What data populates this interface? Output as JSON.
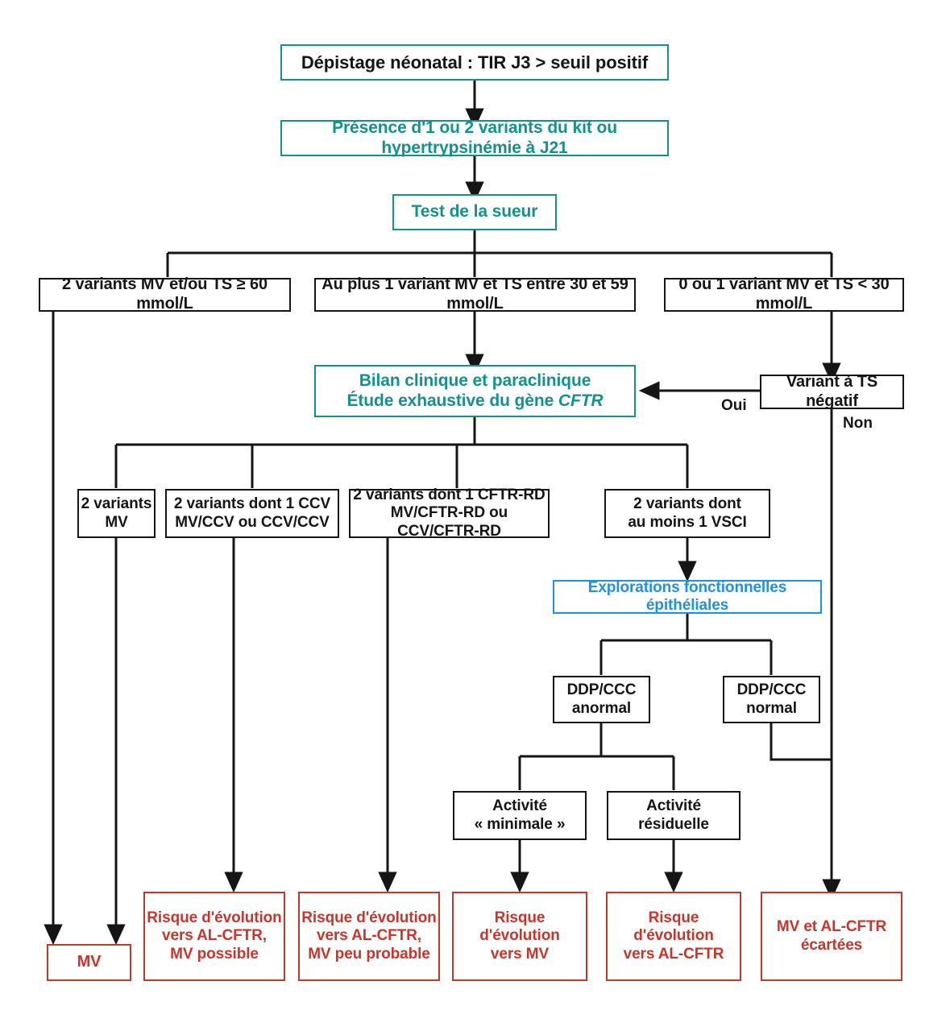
{
  "diagram": {
    "title": "Algorithme de dépistage néonatal de la mucoviscidose",
    "colors": {
      "teal": "#13918c",
      "blue": "#1e90e8",
      "red": "#c7352b",
      "black": "#151515",
      "background": "#ffffff"
    },
    "nodes": {
      "screening": "Dépistage néonatal : TIR J3 > seuil positif",
      "variants_kit": "Présence d'1 ou 2 variants du kit ou hypertrypsinémie à J21",
      "sweat_test": "Test de la sueur",
      "branch_left": "2 variants MV et/ou TS ≥ 60 mmol/L",
      "branch_mid": "Au plus 1 variant MV et TS entre 30 et 59 mmol/L",
      "branch_right": "0 ou 1 variant MV et TS < 30 mmol/L",
      "variant_ts_neg": "Variant à TS négatif",
      "bilan_line1": "Bilan clinique et paraclinique",
      "bilan_line2_a": "Étude exhaustive du gène ",
      "bilan_line2_b": "CFTR",
      "two_mv_l1": "2 variants",
      "two_mv_l2": "MV",
      "ccv_l1": "2 variants dont 1 CCV",
      "ccv_l2": "MV/CCV ou CCV/CCV",
      "cftrrd_l1": "2 variants dont 1 CFTR-RD",
      "cftrrd_l2": "MV/CFTR-RD ou CCV/CFTR-RD",
      "vsci_l1": "2 variants dont",
      "vsci_l2": "au moins 1 VSCI",
      "explorations": "Explorations fonctionnelles épithéliales",
      "ddp_anormal_l1": "DDP/CCC",
      "ddp_anormal_l2": "anormal",
      "ddp_normal_l1": "DDP/CCC",
      "ddp_normal_l2": "normal",
      "act_min_l1": "Activité",
      "act_min_l2": "« minimale »",
      "act_res_l1": "Activité",
      "act_res_l2": "résiduelle",
      "out_mv": "MV",
      "out_alcftr_possible_l1": "Risque d'évolution",
      "out_alcftr_possible_l2": "vers AL-CFTR,",
      "out_alcftr_possible_l3": "MV possible",
      "out_alcftr_peuprob_l1": "Risque d'évolution",
      "out_alcftr_peuprob_l2": "vers AL-CFTR,",
      "out_alcftr_peuprob_l3": "MV peu probable",
      "out_vers_mv_l1": "Risque d'évolution",
      "out_vers_mv_l2": "vers MV",
      "out_vers_alcftr_l1": "Risque d'évolution",
      "out_vers_alcftr_l2": "vers AL-CFTR",
      "out_ecartees_l1": "MV et AL-CFTR",
      "out_ecartees_l2": "écartées"
    },
    "edge_labels": {
      "oui": "Oui",
      "non": "Non"
    }
  }
}
